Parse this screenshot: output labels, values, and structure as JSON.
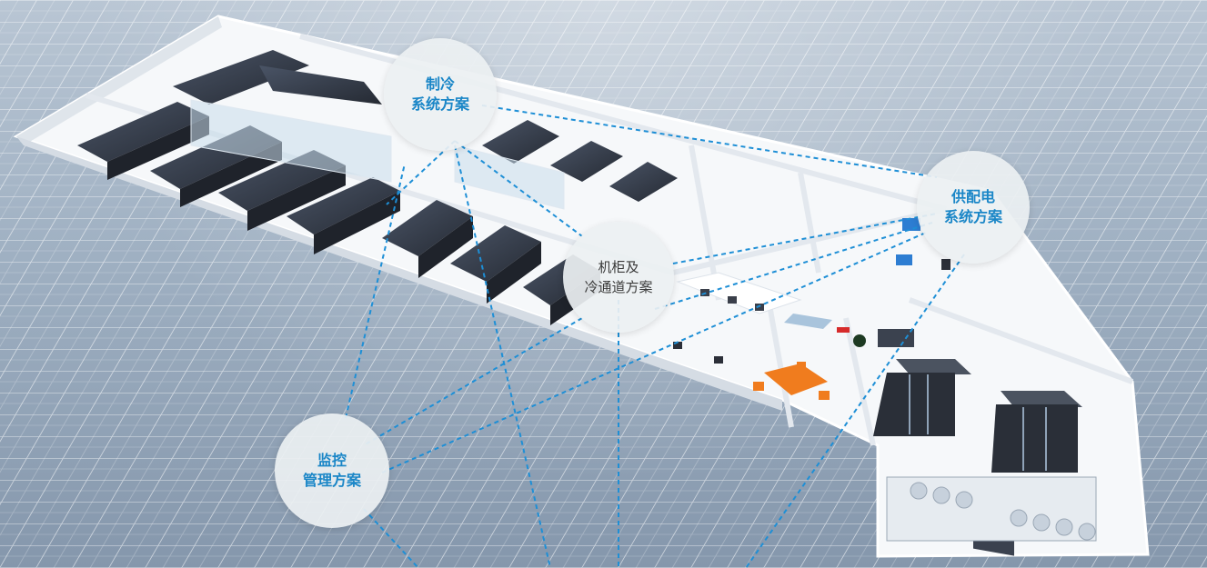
{
  "colors": {
    "accent_blue": "#1a86c7",
    "label_gray": "#3a3a3a",
    "bubble_fill": "#ecf0f2",
    "floor_grid": "#9fb0c2",
    "dashed_line": "#1e8fd6",
    "rack_dark": "#2f3440",
    "furniture_orange": "#f07c1e"
  },
  "icons": [
    "grid-floor",
    "server-rack",
    "cooling-unit",
    "office-desk",
    "meeting-table"
  ],
  "labels": {
    "cooling": {
      "line1": "制冷",
      "line2": "系统方案"
    },
    "power": {
      "line1": "供配电",
      "line2": "系统方案"
    },
    "rack": {
      "line1": "机柜及",
      "line2": "冷通道方案"
    },
    "monitor": {
      "line1": "监控",
      "line2": "管理方案"
    }
  }
}
